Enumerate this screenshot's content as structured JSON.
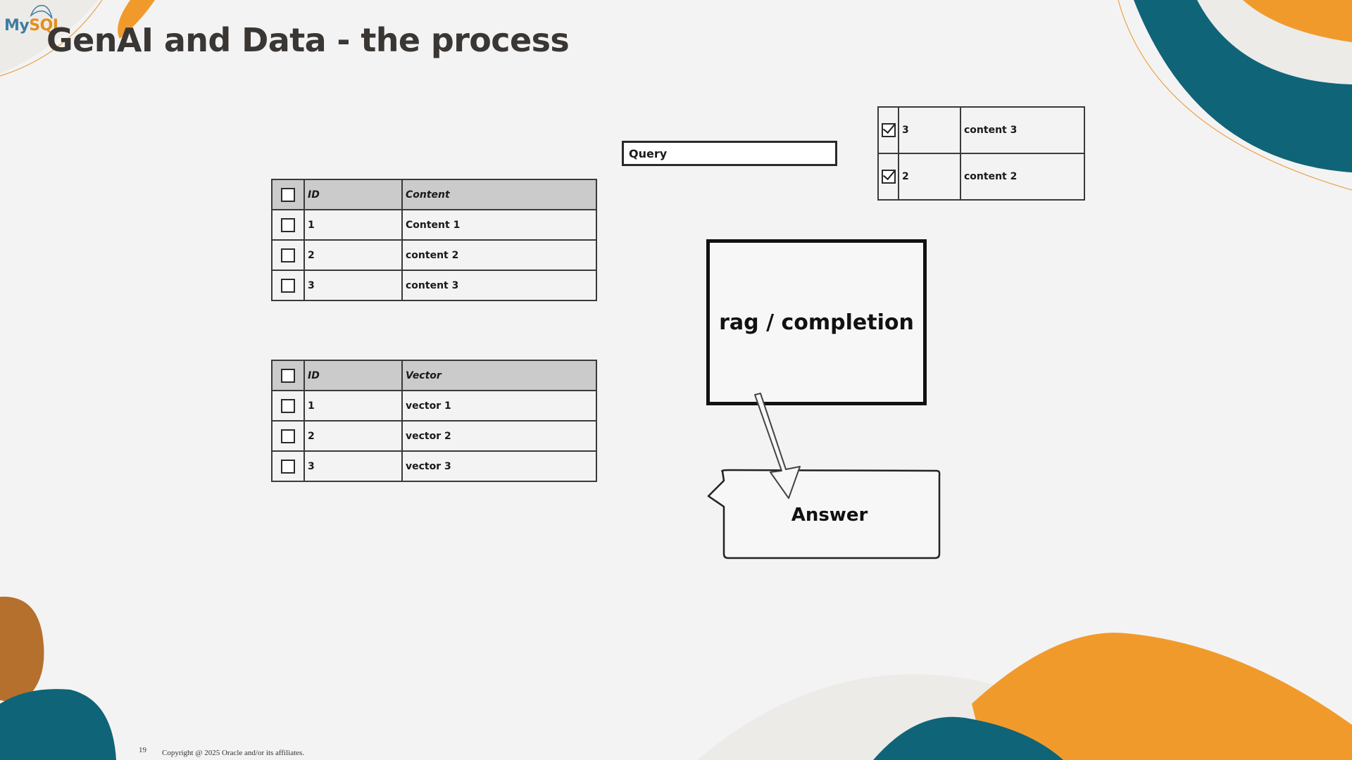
{
  "logo": {
    "part1": "My",
    "part2": "SQL"
  },
  "title": "GenAI and Data - the process",
  "content_table": {
    "headers": [
      "ID",
      "Content"
    ],
    "rows": [
      {
        "id": "1",
        "value": "Content 1"
      },
      {
        "id": "2",
        "value": "content 2"
      },
      {
        "id": "3",
        "value": "content 3"
      }
    ]
  },
  "vector_table": {
    "headers": [
      "ID",
      "Vector"
    ],
    "rows": [
      {
        "id": "1",
        "value": "vector 1"
      },
      {
        "id": "2",
        "value": "vector 2"
      },
      {
        "id": "3",
        "value": "vector 3"
      }
    ]
  },
  "query": "Query",
  "result_table": {
    "rows": [
      {
        "checked": true,
        "id": "3",
        "value": "content 3"
      },
      {
        "checked": true,
        "id": "2",
        "value": "content 2"
      }
    ]
  },
  "rag_label": "rag / completion",
  "answer_label": "Answer",
  "footer": {
    "page": "19",
    "copyright": "Copyright @ 2025 Oracle and/or its affiliates."
  },
  "colors": {
    "teal": "#0f6478",
    "orange": "#f19a2c",
    "bronze": "#b5702e",
    "title": "#3a3633"
  }
}
